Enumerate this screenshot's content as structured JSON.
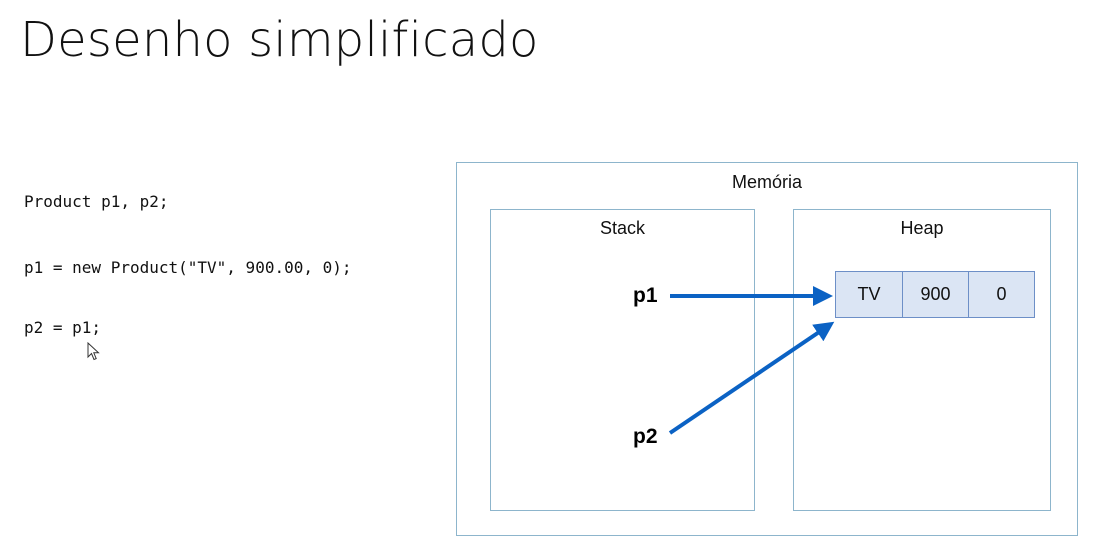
{
  "title": "Desenho simplificado",
  "code": [
    "Product p1, p2;",
    "p1 = new Product(\"TV\", 900.00, 0);",
    "p2 = p1;"
  ],
  "diagram": {
    "memory_label": "Memória",
    "stack_label": "Stack",
    "heap_label": "Heap",
    "variables": [
      "p1",
      "p2"
    ],
    "object_fields": [
      "TV",
      "900",
      "0"
    ]
  },
  "colors": {
    "border": "#8db5cc",
    "cell_fill": "#dbe5f4",
    "cell_border": "#6d8fc7",
    "arrow": "#0b62c4"
  }
}
